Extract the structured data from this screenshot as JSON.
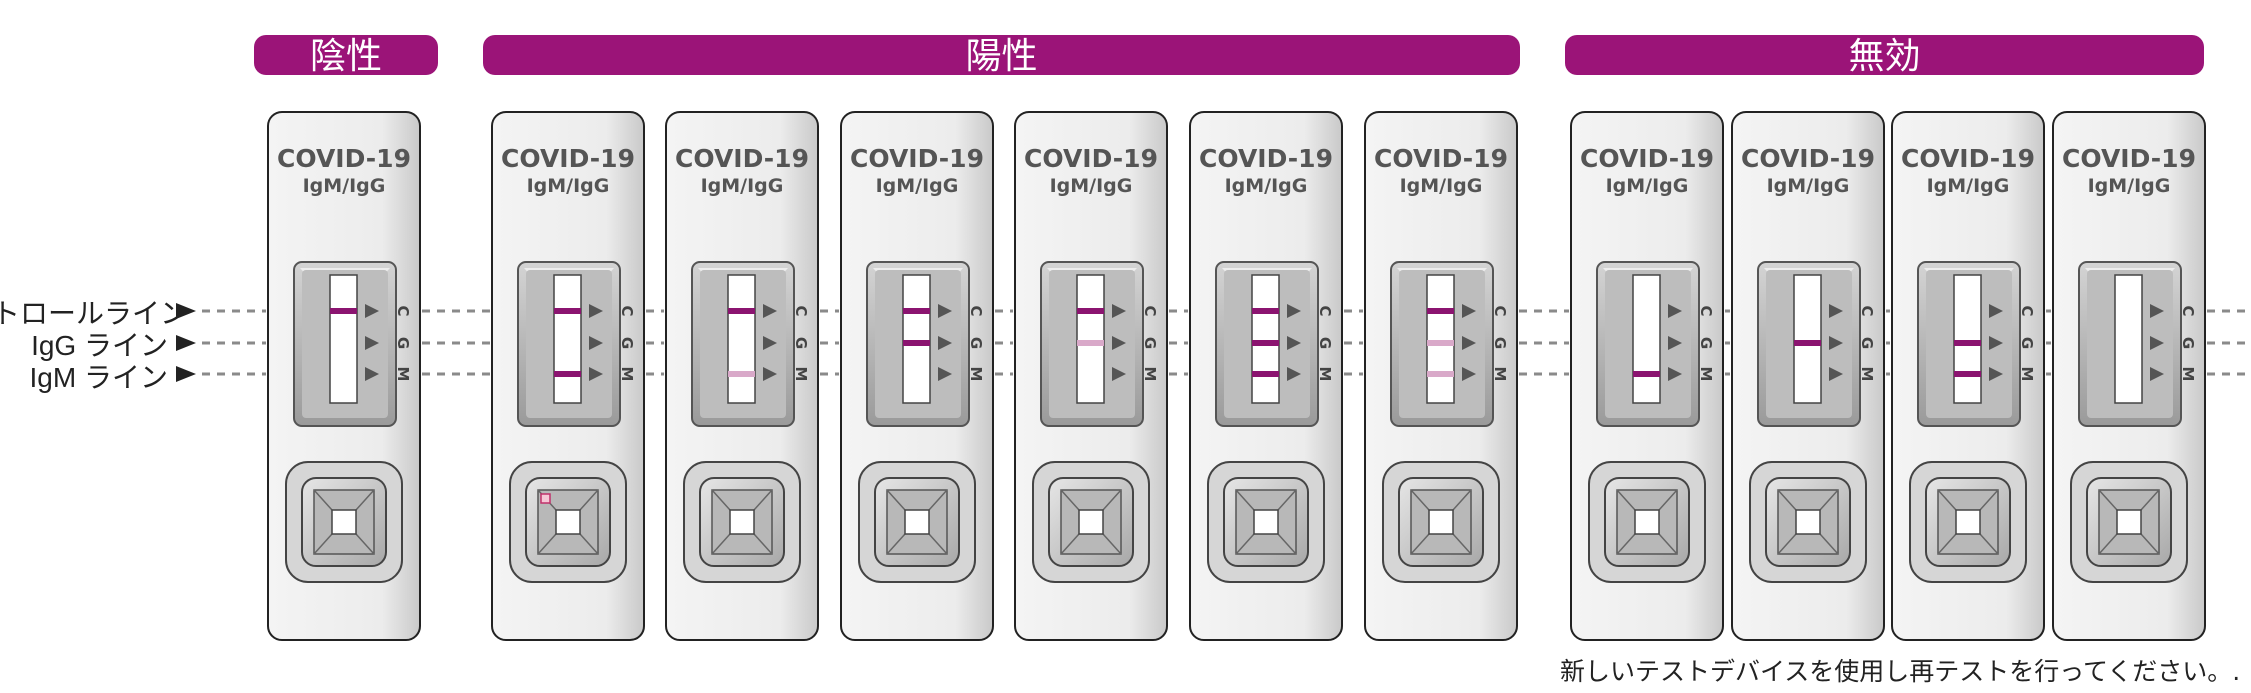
{
  "groups": [
    {
      "name": "陰性",
      "color": "#9b1478"
    },
    {
      "name": "陽性",
      "color": "#9b1478"
    },
    {
      "name": "無効",
      "color": "#9b1478"
    }
  ],
  "device": {
    "title": "COVID-19",
    "subtitle": "IgM/IgG",
    "markers": [
      "C",
      "G",
      "M"
    ]
  },
  "line_labels": [
    "コントロールライン",
    "IgG ライン",
    "IgM ライン"
  ],
  "note": "新しいテストデバイスを使用し再テストを行ってください。.",
  "colors": {
    "strong_line": "#8b1470",
    "faint_line": "#d9a9c9",
    "banner": "#9b1478"
  },
  "devices": [
    {
      "group": 0,
      "lines": [
        "strong",
        "none",
        "none"
      ],
      "sample_dot": false
    },
    {
      "group": 1,
      "lines": [
        "strong",
        "none",
        "strong"
      ],
      "sample_dot": true
    },
    {
      "group": 1,
      "lines": [
        "strong",
        "none",
        "faint"
      ],
      "sample_dot": false
    },
    {
      "group": 1,
      "lines": [
        "strong",
        "strong",
        "none"
      ],
      "sample_dot": false
    },
    {
      "group": 1,
      "lines": [
        "strong",
        "faint",
        "none"
      ],
      "sample_dot": false
    },
    {
      "group": 1,
      "lines": [
        "strong",
        "strong",
        "strong"
      ],
      "sample_dot": false
    },
    {
      "group": 1,
      "lines": [
        "strong",
        "faint",
        "faint"
      ],
      "sample_dot": false
    },
    {
      "group": 2,
      "lines": [
        "none",
        "none",
        "strong"
      ],
      "sample_dot": false
    },
    {
      "group": 2,
      "lines": [
        "none",
        "strong",
        "none"
      ],
      "sample_dot": false
    },
    {
      "group": 2,
      "lines": [
        "none",
        "strong",
        "strong"
      ],
      "sample_dot": false
    },
    {
      "group": 2,
      "lines": [
        "none",
        "none",
        "none"
      ],
      "sample_dot": false
    }
  ]
}
